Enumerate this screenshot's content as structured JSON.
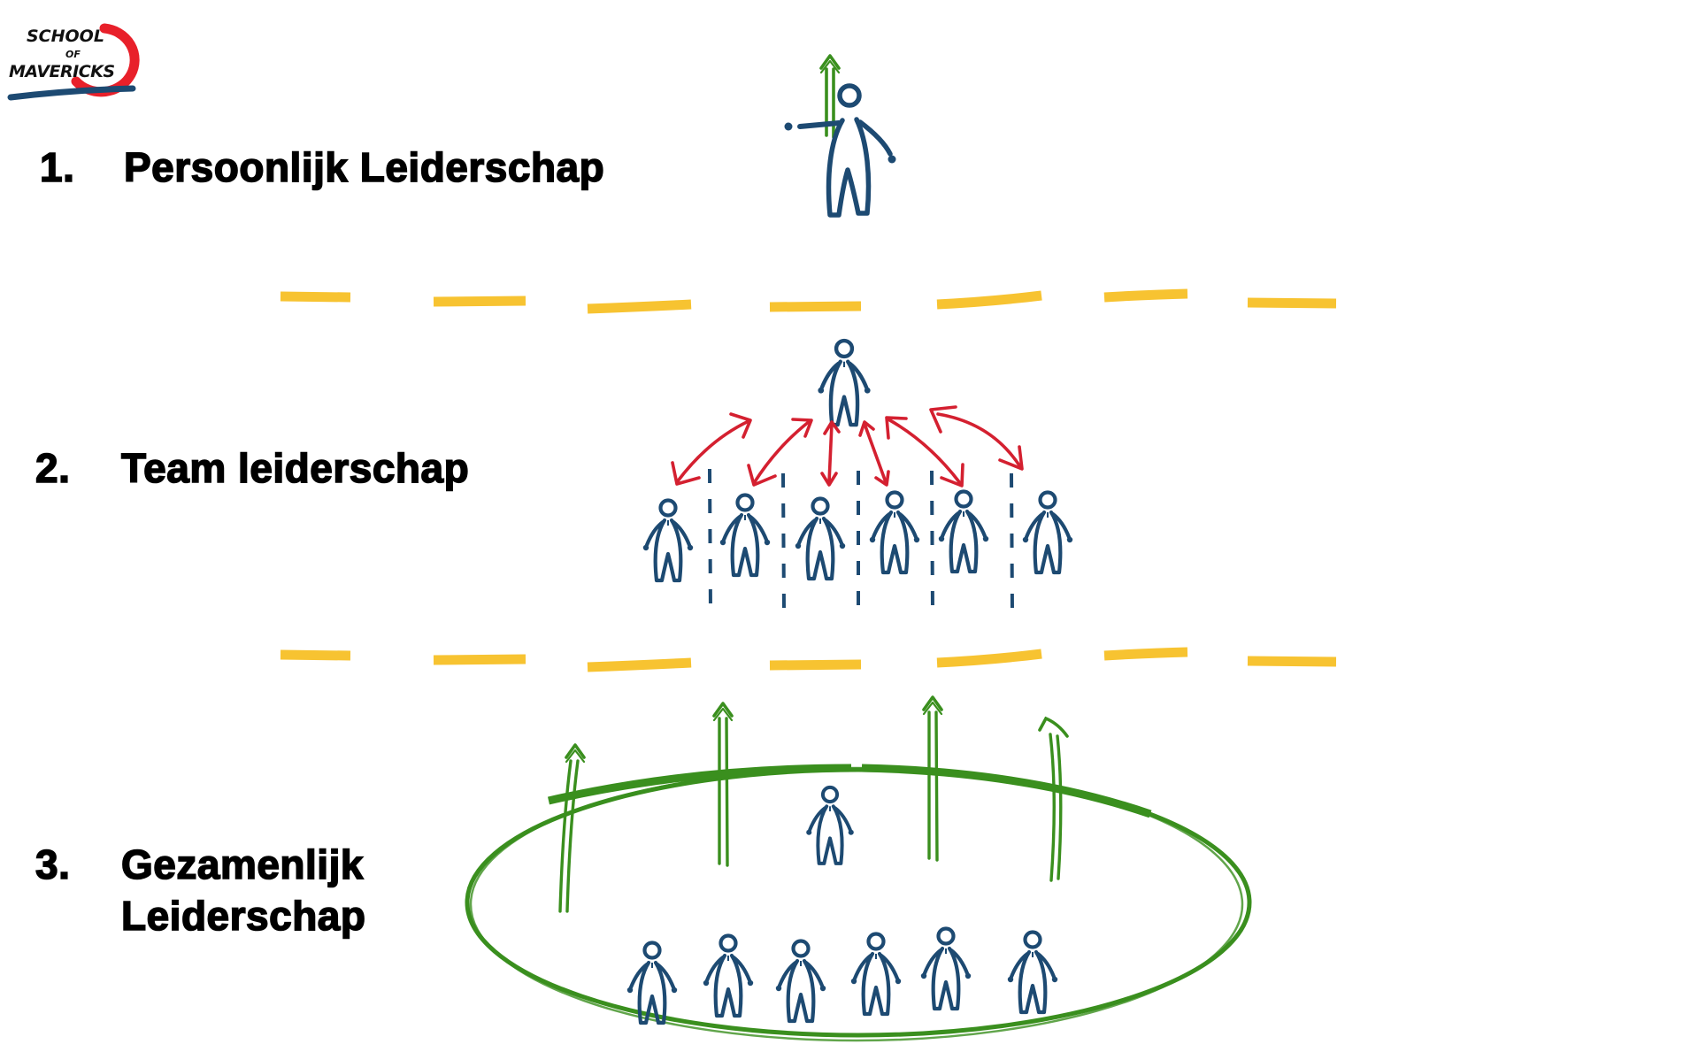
{
  "logo": {
    "line1": "SCHOOL",
    "line2": "OF",
    "line3": "MAVERICKS",
    "circle_color": "#e8202a",
    "underline_color": "#1d4a72"
  },
  "sections": [
    {
      "number": "1.",
      "title": "Persoonlijk Leiderschap",
      "lines": [
        "Persoonlijk Leiderschap"
      ]
    },
    {
      "number": "2.",
      "title": "Team leiderschap",
      "lines": [
        "Team leiderschap"
      ]
    },
    {
      "number": "3.",
      "title": "Gezamenlijk Leiderschap",
      "lines": [
        "Gezamenlijk",
        "Leiderschap"
      ]
    }
  ],
  "colors": {
    "person": "#1d4a72",
    "growth_arrow": "#3a8f1e",
    "interaction_arrow": "#d42030",
    "divider": "#f7c331",
    "text": "#000000"
  },
  "figures": {
    "section1": {
      "people": 1,
      "growth_arrows": 1
    },
    "section2": {
      "leader": 1,
      "team_members": 6,
      "separators": 5,
      "interaction_arrows": 6
    },
    "section3": {
      "center_person": 1,
      "circle_members": 6,
      "growth_arrows": 4,
      "enclosing_circle": true
    }
  }
}
